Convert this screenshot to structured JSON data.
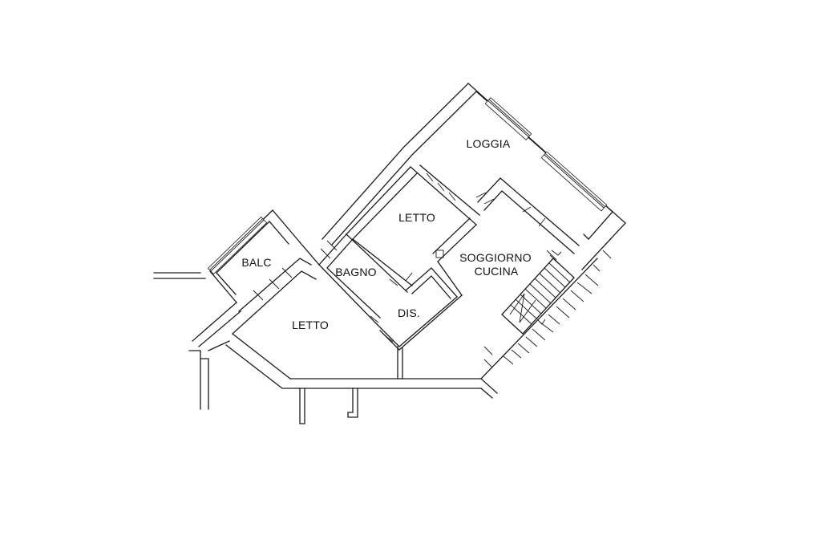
{
  "colors": {
    "line": "#1a1a1a",
    "background": "#ffffff"
  },
  "rooms": {
    "loggia": "LOGGIA",
    "letto_north": "LETTO",
    "soggiorno": "SOGGIORNO",
    "cucina": "CUCINA",
    "balc": "BALC",
    "bagno": "BAGNO",
    "dis": "DIS.",
    "letto_south": "LETTO"
  }
}
